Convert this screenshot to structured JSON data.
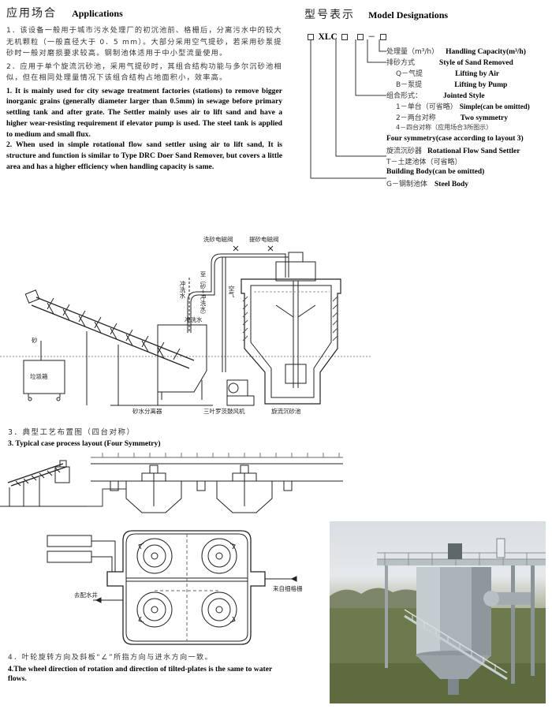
{
  "applications": {
    "title_zh": "应用场合",
    "title_en": "Applications",
    "p1_zh": "1．该设备一般用于城市污水处理厂的初沉池前、格栅后，分离污水中的较大无机颗粒（一般直径大于 0．5 mm）。大部分采用空气提砂，若采用砂泵提砂时一般对磨损要求较高。钢制池体适用于中小型流量使用。",
    "p2_zh": "2．应用于单个旋流沉砂池，采用气提砂时，其组合结构功能与多尔沉砂池相似，但在相同处理量情况下该组合结构占地面积小，效率高。",
    "p1_en": "1. It is mainly used for city sewage treatment factories (stations) to remove bigger inorganic grains (generally diameter larger than 0.5mm) in sewage before primary settling tank and after grate. The Settler mainly uses air to lift sand and have a higher wear-resisting requirement if elevator pump is used. The steel tank is applied to medium and small flux.",
    "p2_en": "2. When used in simple rotational flow sand settler using air to lift sand, It is structure and function is similar to Type DRC Doer Sand Remover, but covers a little area and has a higher efficiency when handling capacity is same."
  },
  "model": {
    "title_zh": "型号表示",
    "title_en": "Model Designations",
    "code": "XLC",
    "lines": [
      {
        "zh": "处理量（m³/h）",
        "en": "Handling Capacity(m³/h)"
      },
      {
        "zh": "排砂方式",
        "en": "Style of Sand Removed"
      },
      {
        "zh": "Q－气提",
        "en": "Lifting by Air"
      },
      {
        "zh": "B－泵提",
        "en": "Lifting by Pump"
      },
      {
        "zh": "组合形式：",
        "en": "Jointed Style"
      },
      {
        "zh": "1－单台（可省略）",
        "en": "Simple(can be omitted)"
      },
      {
        "zh": "2－两台对称",
        "en": "Two symmetry"
      },
      {
        "zh": "4－四台对称（应用场合3所图示）",
        "en": ""
      },
      {
        "zh": "",
        "en": "Four symmetry(case according to layout 3)"
      },
      {
        "zh": "旋流沉砂器",
        "en": "Rotational Flow Sand Settler"
      },
      {
        "zh": "T－土建池体（可省略）",
        "en": ""
      },
      {
        "zh": "",
        "en": "Building Body(can be omitted)"
      },
      {
        "zh": "G－钢制池体",
        "en": "Steel Body"
      }
    ]
  },
  "diagram1": {
    "labels": {
      "wash_valve": "洗砂电磁阀",
      "lift_valve": "提砂电磁阀",
      "wash_water": "冲洗水",
      "wash_water2": "冲洗水",
      "air_lift": "至（砂+冲洗水）",
      "air": "空气",
      "sand": "砂",
      "bin": "垃圾箱",
      "separator": "砂水分离器",
      "blower": "三叶罗茨鼓风机",
      "settler": "旋流沉砂池"
    }
  },
  "caption3": {
    "zh": "3．典型工艺布置图（四台对称）",
    "en": "3. Typical case process layout (Four Symmetry)"
  },
  "diagram3": {
    "outlet": "去配水井",
    "inlet": "来自细格栅"
  },
  "caption4": {
    "zh": "4．叶轮旋转方向及斜板“∠”所指方向与进水方向一致。",
    "en": "4.The wheel direction of rotation and direction of tilted-plates is the same to water flows."
  }
}
